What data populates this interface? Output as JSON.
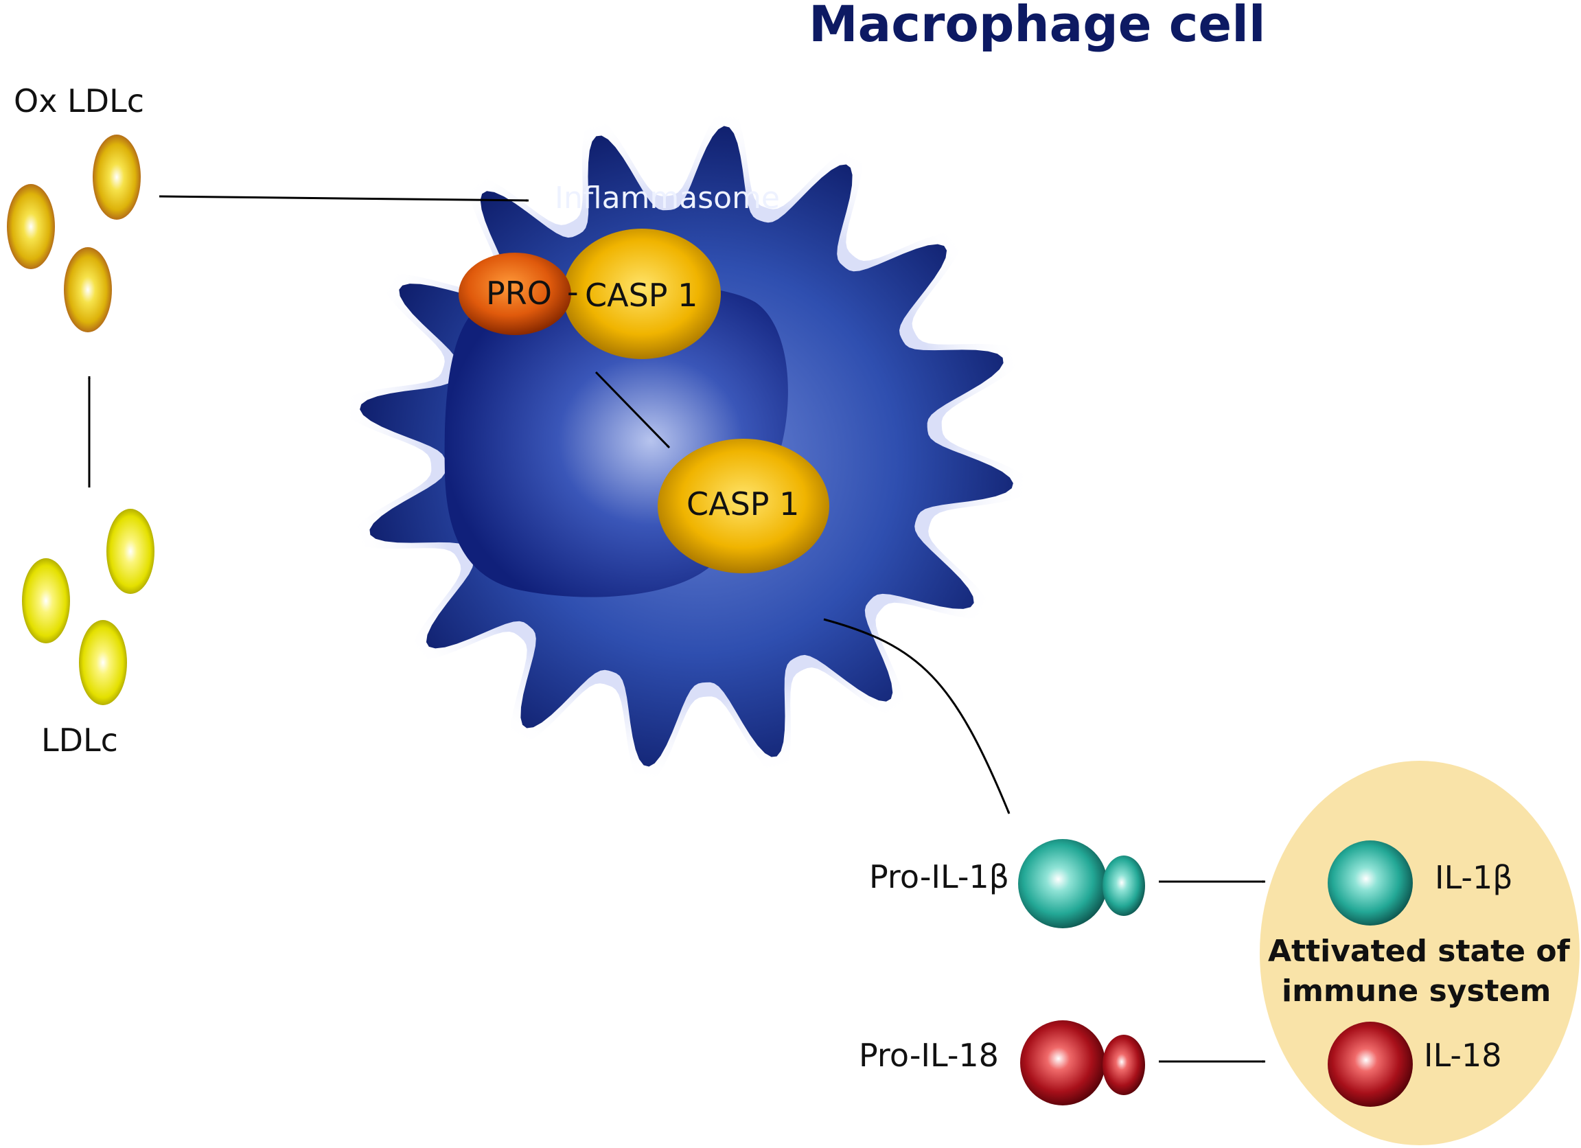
{
  "title": "Macrophage cell",
  "labels": {
    "ox_ldlc": "Ox LDLc",
    "ldlc": "LDLc",
    "inflammasome": "Inflammasome",
    "pro": "PRO",
    "pro_link": "-",
    "casp1_bound": "CASP 1",
    "casp1_active": "CASP 1",
    "pro_il1b": "Pro-IL-1β",
    "pro_il18": "Pro-IL-18",
    "il1b": "IL-1β",
    "il18": "IL-18",
    "activated_line1": "Attivated state of",
    "activated_line2": "immune system"
  },
  "colors": {
    "cell_dark": "#0c1a66",
    "cell_mid": "#2f4fb0",
    "nucleus_light": "#b7c4ee",
    "ldl_yellow": "#e4e000",
    "ox_ldl_orange": "#c07a1a",
    "pro_orange": "#d8500a",
    "casp_gold": "#e8ad00",
    "il1b_teal": "#23a896",
    "il18_red": "#a8101a",
    "activated_bg": "#f9e3a8",
    "title_navy": "#0d1a63"
  }
}
